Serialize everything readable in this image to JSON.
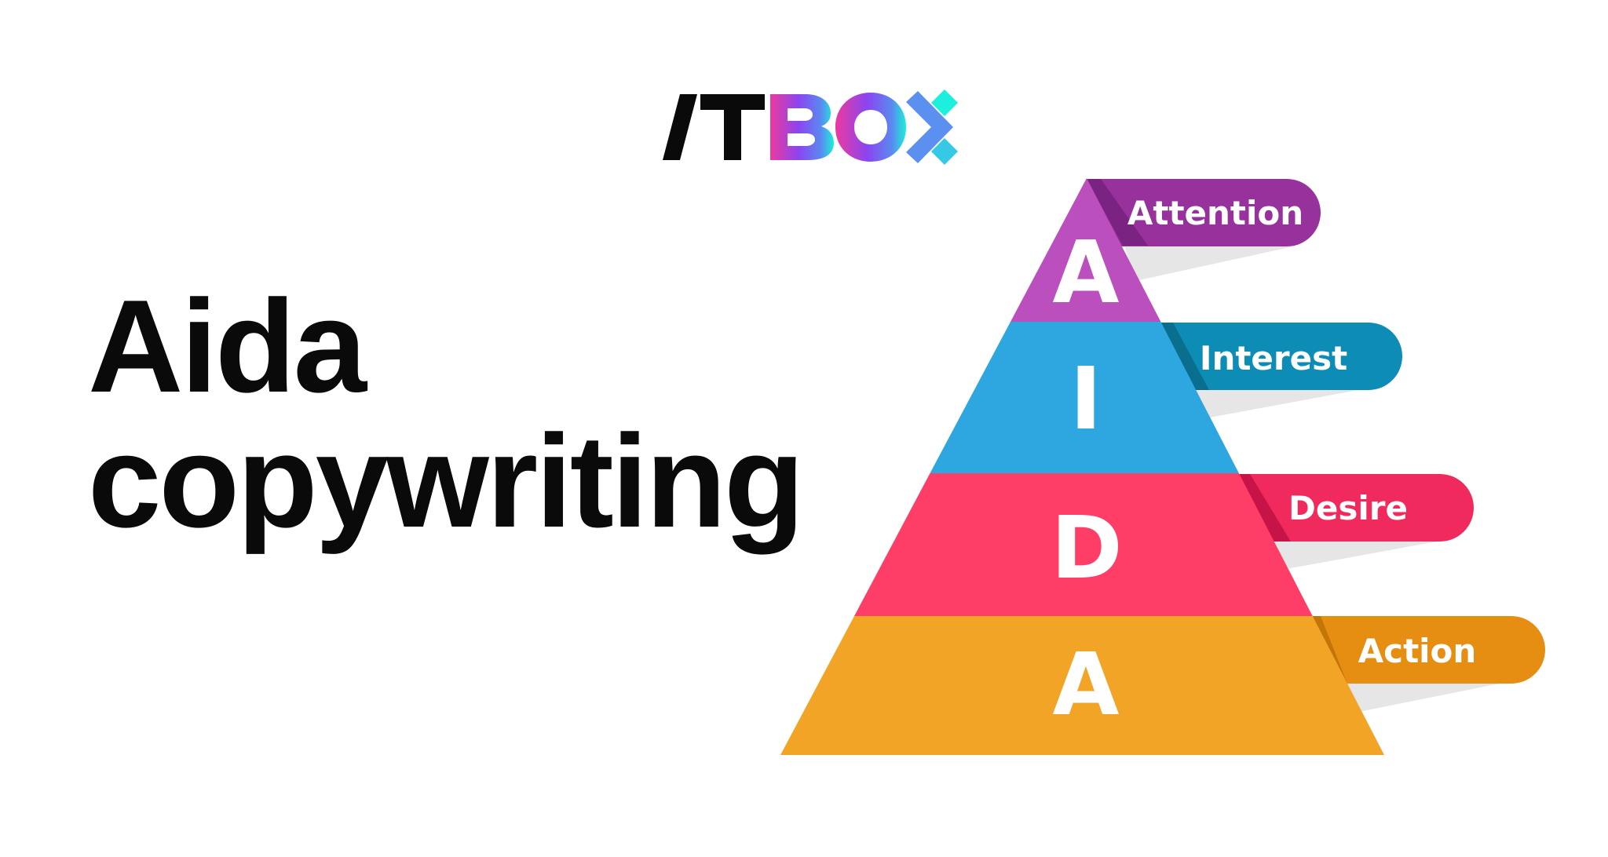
{
  "logo": {
    "prefix": "/T",
    "highlight": "BO",
    "colors": {
      "dark": "#0a0a0a",
      "gradient_start": "#ec3a9e",
      "gradient_mid": "#8a45f0",
      "gradient_end": "#19f0d8"
    }
  },
  "title": {
    "line1": "Aida",
    "line2": "copywriting"
  },
  "pyramid": {
    "levels": [
      {
        "letter": "A",
        "label": "Attention",
        "band_color": "#bb4fbd",
        "tab_color": "#97319c",
        "fold_color": "#7a2382"
      },
      {
        "letter": "I",
        "label": "Interest",
        "band_color": "#2ea7e0",
        "tab_color": "#0d8db5",
        "fold_color": "#0a6f8f"
      },
      {
        "letter": "D",
        "label": "Desire",
        "band_color": "#ff3e68",
        "tab_color": "#f02a5c",
        "fold_color": "#c71448"
      },
      {
        "letter": "A",
        "label": "Action",
        "band_color": "#f2a427",
        "tab_color": "#e68e12",
        "fold_color": "#c47508"
      }
    ],
    "shadow_color": "#e6e6e6"
  }
}
